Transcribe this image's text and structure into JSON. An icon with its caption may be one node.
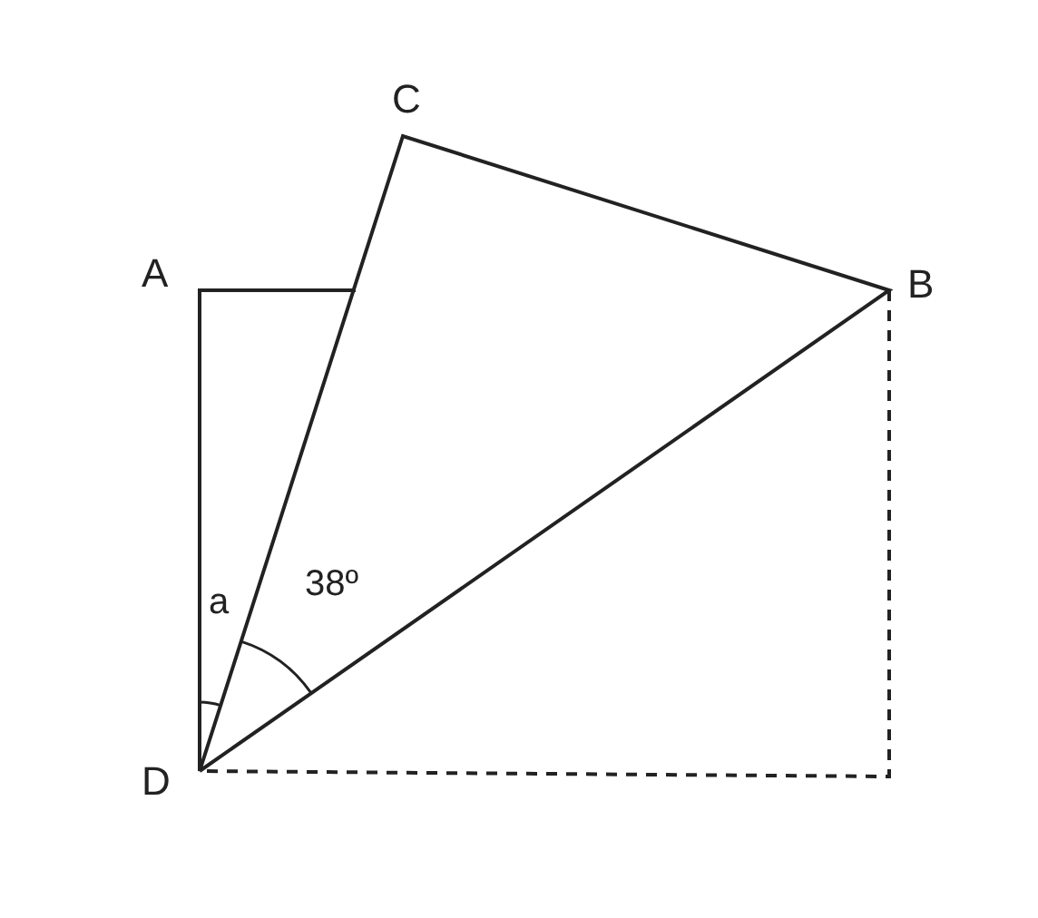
{
  "diagram": {
    "labels": [
      "C",
      "A",
      "B",
      "a",
      "38º",
      "D"
    ]
  }
}
